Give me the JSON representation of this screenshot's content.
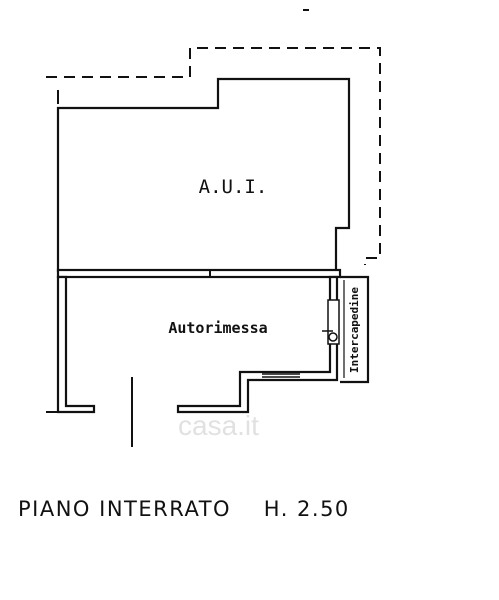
{
  "plan": {
    "rooms": [
      {
        "id": "aui",
        "label": "A.U.I."
      },
      {
        "id": "garage",
        "label": "Autorimessa"
      },
      {
        "id": "cavity",
        "label": "Intercapedine"
      }
    ]
  },
  "caption": {
    "floor": "PIANO INTERRATO",
    "height": "H. 2.50"
  },
  "watermark": {
    "text": "casa.it"
  }
}
